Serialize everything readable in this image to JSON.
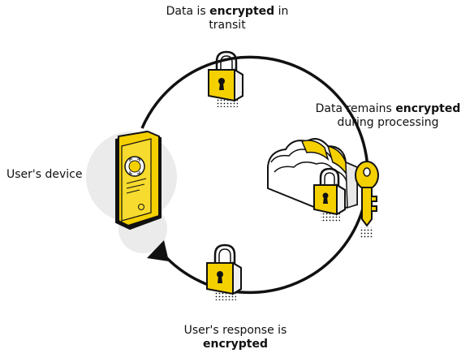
{
  "labels": {
    "top": {
      "pre": "Data is ",
      "bold": "encrypted",
      "post": " in transit"
    },
    "right": {
      "pre": "Data remains ",
      "bold": "encrypted",
      "post": " during processing"
    },
    "left": {
      "text": "User's device"
    },
    "bottom": {
      "pre": "User's response is ",
      "bold": "encrypted",
      "post": ""
    }
  },
  "colors": {
    "accent": "#f5d000",
    "outline": "#111111",
    "shadow_gray": "#e9e9e9",
    "cloud_fill": "#ffffff"
  },
  "icons": [
    "padlock-icon",
    "phone-icon",
    "cloud-icon",
    "key-icon",
    "arrow-head-icon"
  ]
}
